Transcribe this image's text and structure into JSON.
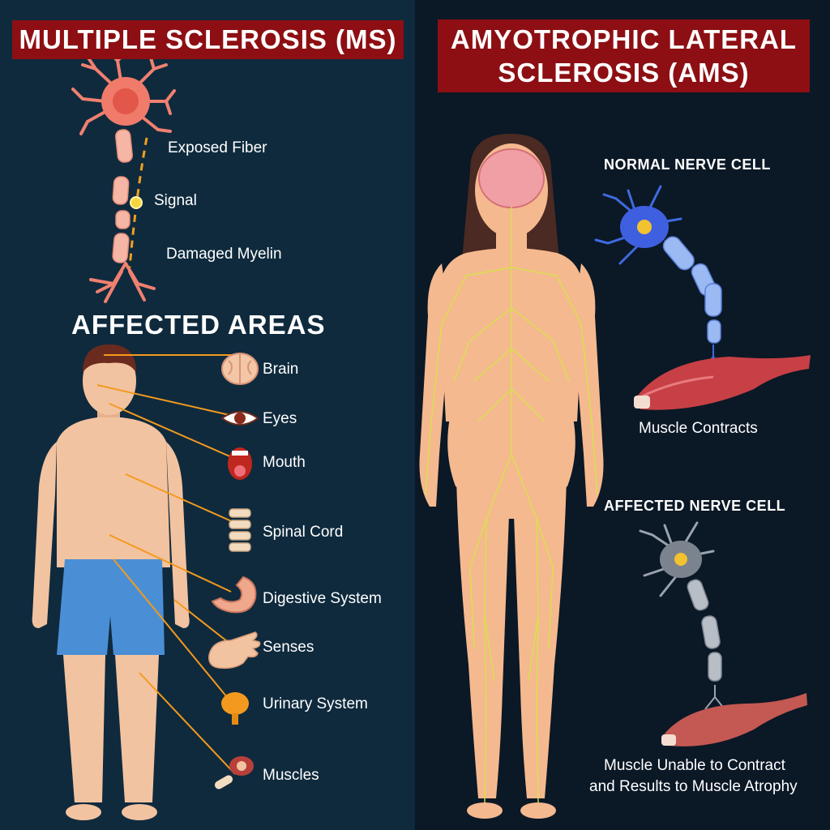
{
  "ms": {
    "title": "MULTIPLE SCLEROSIS (MS)",
    "neuron_labels": {
      "exposed_fiber": "Exposed Fiber",
      "signal": "Signal",
      "damaged_myelin": "Damaged Myelin"
    },
    "affected_title": "AFFECTED AREAS",
    "affected_areas": [
      "Brain",
      "Eyes",
      "Mouth",
      "Spinal Cord",
      "Digestive System",
      "Senses",
      "Urinary System",
      "Muscles"
    ]
  },
  "als": {
    "title_line1": "AMYOTROPHIC LATERAL",
    "title_line2": "SCLEROSIS (AMS)",
    "normal_title": "NORMAL NERVE CELL",
    "normal_caption": "Muscle Contracts",
    "affected_title": "AFFECTED NERVE CELL",
    "affected_caption_line1": "Muscle Unable to Contract",
    "affected_caption_line2": "and Results to Muscle Atrophy"
  },
  "colors": {
    "title_bg": "#8d0f13",
    "left_bg": "#0f2a3d",
    "right_bg": "#0b1826",
    "leader_line": "#f39a1e",
    "skin": "#f2c3a0",
    "shorts": "#4a8fd6",
    "nerve_yellow": "#d7e24a"
  }
}
